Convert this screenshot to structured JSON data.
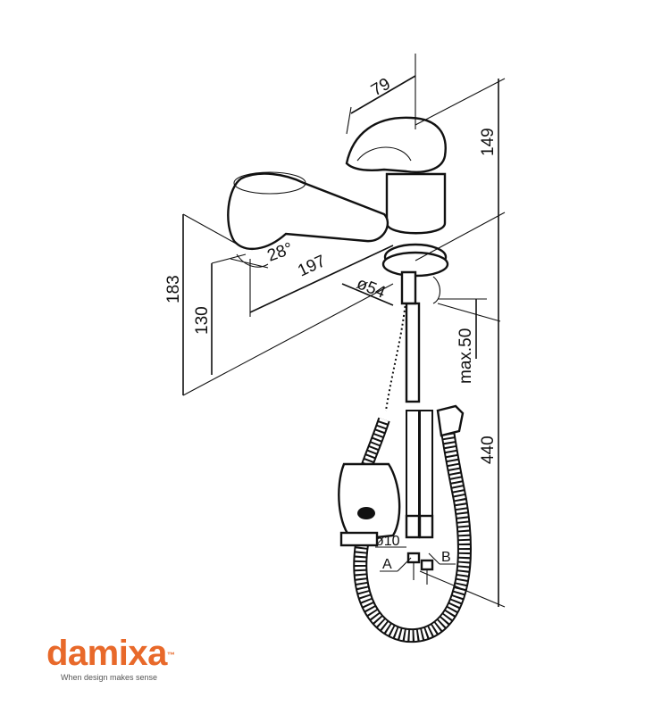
{
  "diagram": {
    "dimensions": {
      "spout_handle_width": "79",
      "top_height": "149",
      "spray_height": "183",
      "spray_lower_height": "130",
      "spray_angle": "28°",
      "reach": "197",
      "base_diameter": "ø54",
      "max_deck_thickness": "max.50",
      "hose_length": "440",
      "pipe_diameter": "ø10",
      "connection_a": "A",
      "connection_b": "B"
    }
  },
  "brand": {
    "name": "damixa",
    "trademark": "™",
    "tagline": "When design makes sense",
    "color": "#e8692a"
  }
}
